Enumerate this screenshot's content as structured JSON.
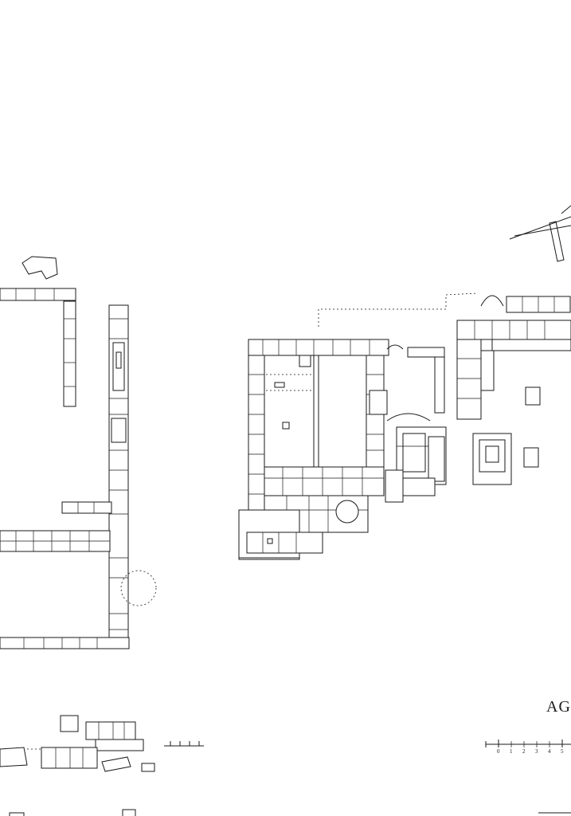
{
  "plan": {
    "site_label": "AGO",
    "scale_bar": {
      "ticks": [
        "0",
        "1",
        "2",
        "3",
        "4",
        "5"
      ]
    }
  }
}
